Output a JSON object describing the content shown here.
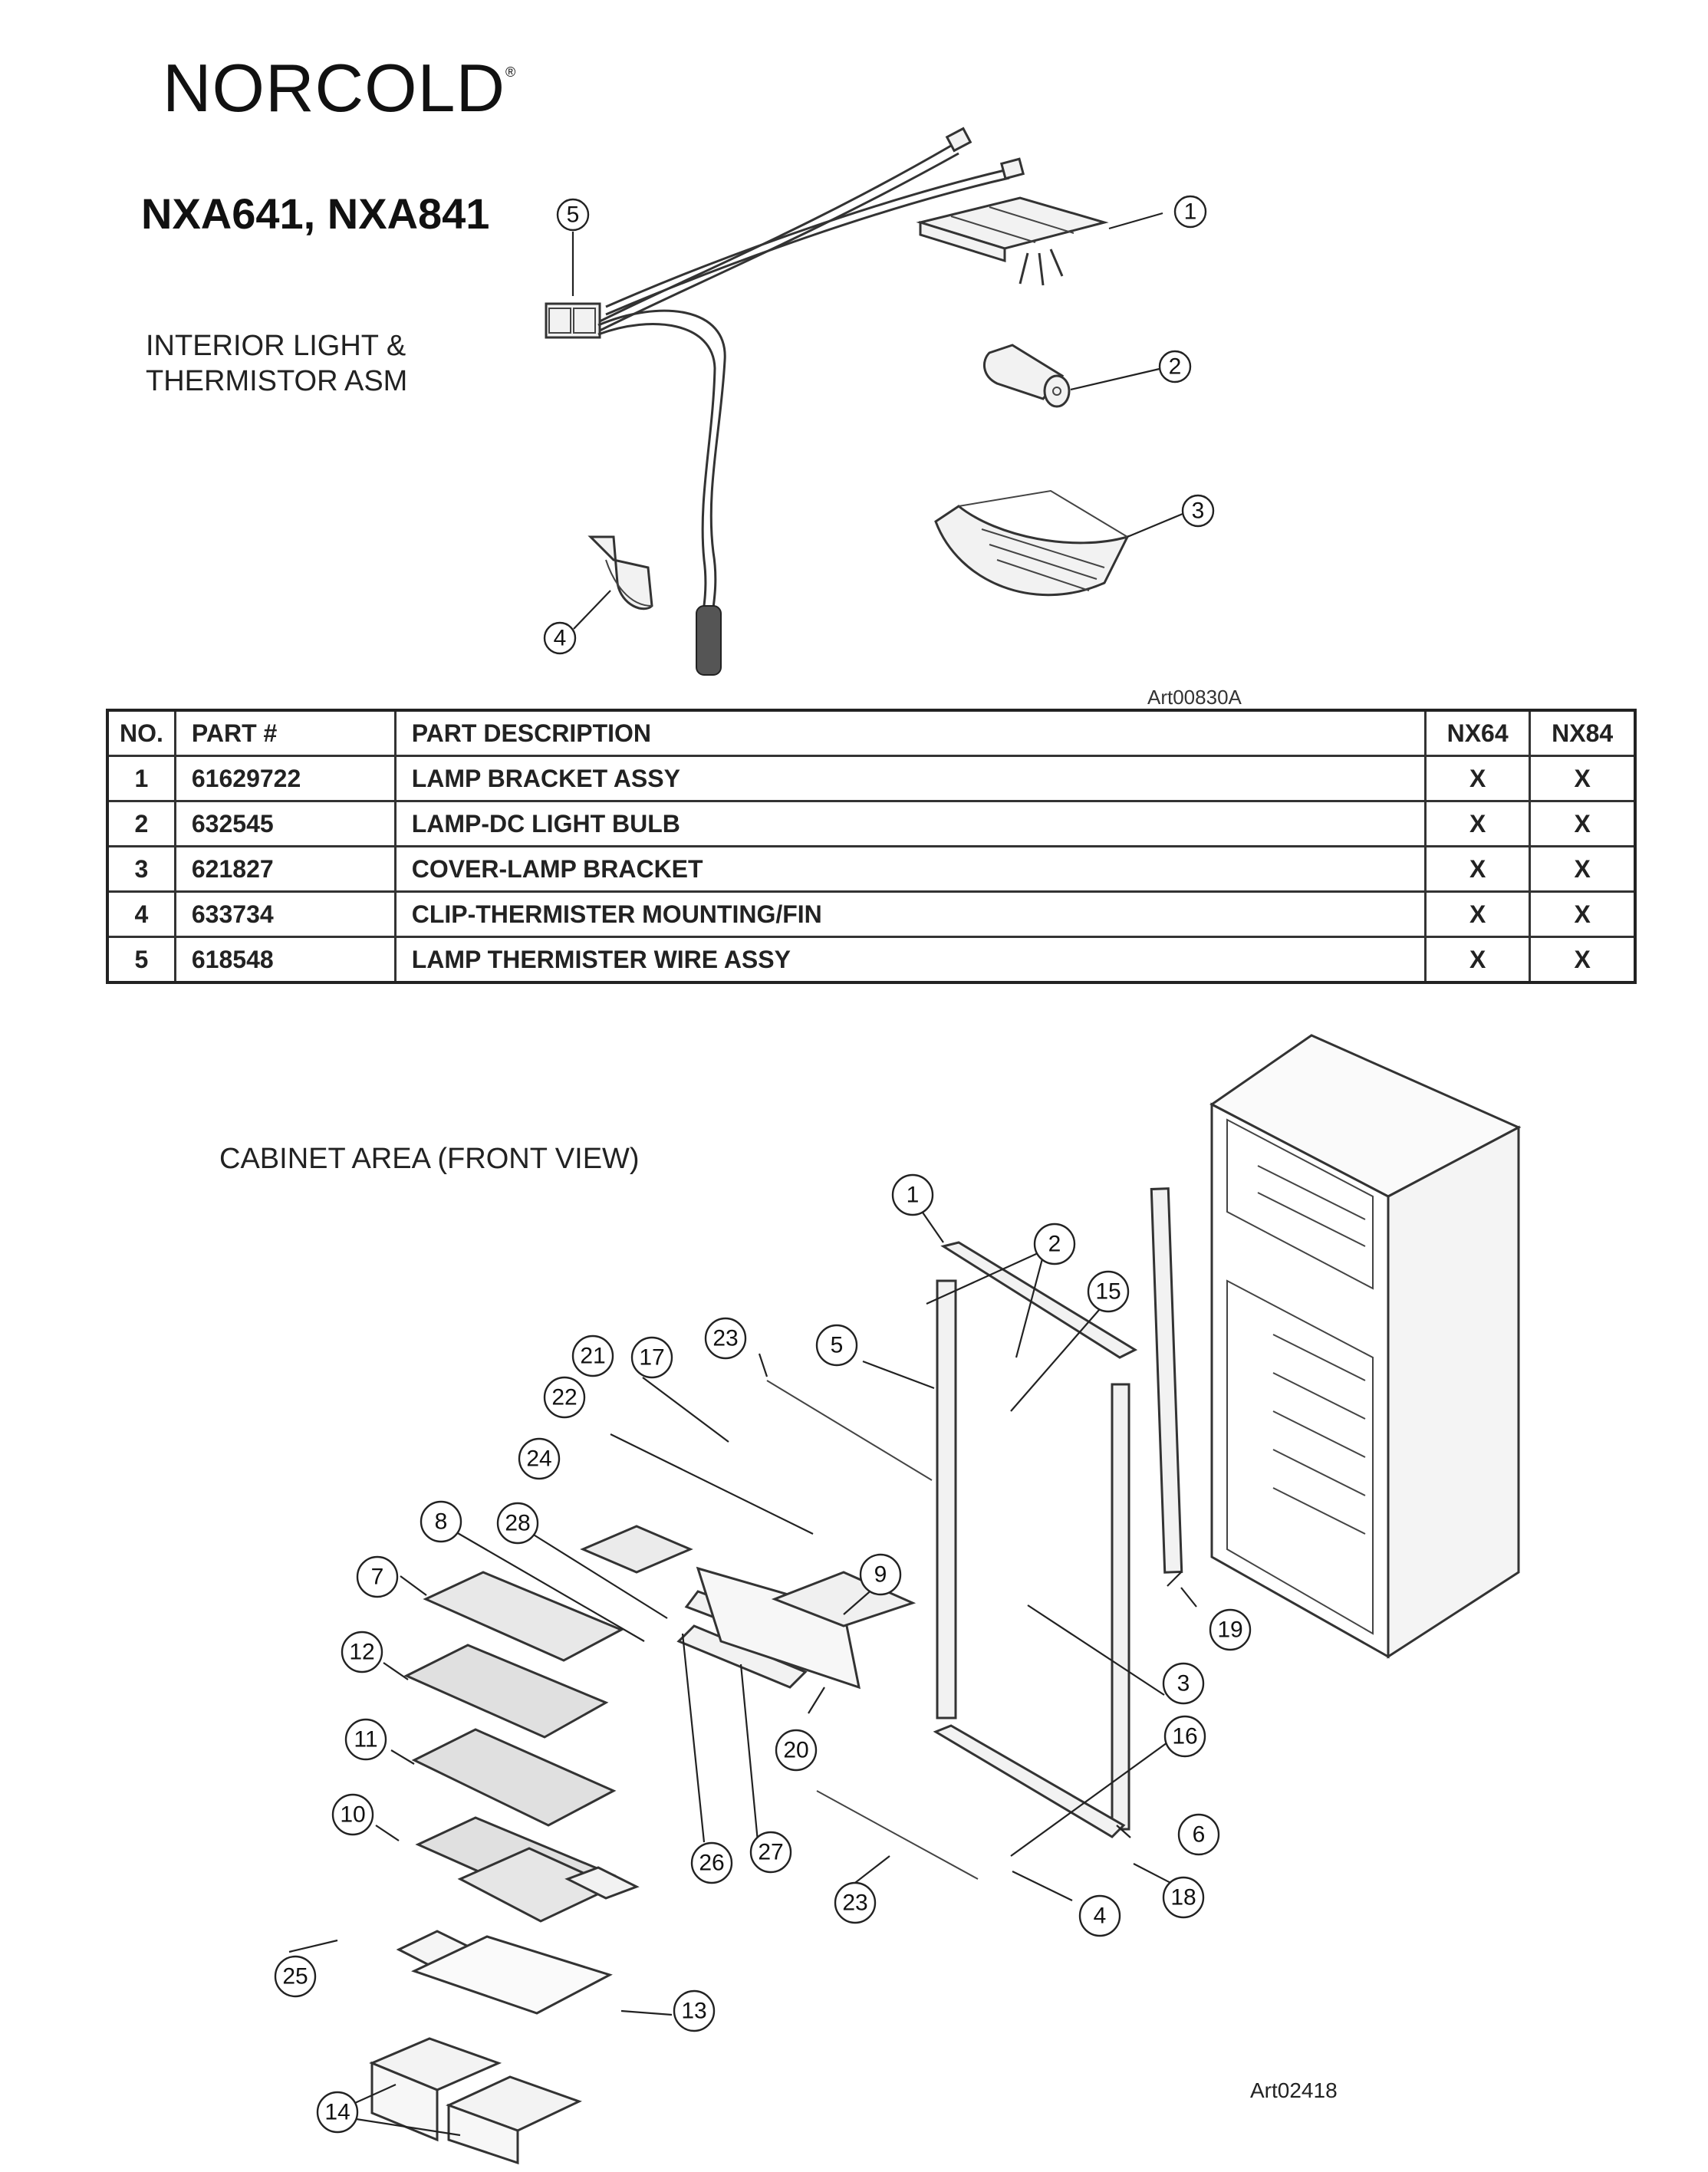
{
  "header": {
    "brand": "NORCOLD",
    "brand_mark": "®",
    "models": "NXA641, NXA841"
  },
  "section1": {
    "title_line1": "INTERIOR LIGHT &",
    "title_line2": "THERMISTOR ASM",
    "art_id": "Art00830A",
    "callouts": [
      "1",
      "2",
      "3",
      "4",
      "5"
    ]
  },
  "parts_table": {
    "headers": [
      "NO.",
      "PART #",
      "PART DESCRIPTION",
      "NX64",
      "NX84"
    ],
    "rows": [
      {
        "no": "1",
        "part": "61629722",
        "desc": "LAMP BRACKET ASSY",
        "nx64": "X",
        "nx84": "X"
      },
      {
        "no": "2",
        "part": "632545",
        "desc": "LAMP-DC LIGHT BULB",
        "nx64": "X",
        "nx84": "X"
      },
      {
        "no": "3",
        "part": "621827",
        "desc": "COVER-LAMP BRACKET",
        "nx64": "X",
        "nx84": "X"
      },
      {
        "no": "4",
        "part": "633734",
        "desc": "CLIP-THERMISTER MOUNTING/FIN",
        "nx64": "X",
        "nx84": "X"
      },
      {
        "no": "5",
        "part": "618548",
        "desc": "LAMP THERMISTER WIRE ASSY",
        "nx64": "X",
        "nx84": "X"
      }
    ]
  },
  "section2": {
    "title": "CABINET AREA (FRONT VIEW)",
    "art_id": "Art02418",
    "callouts": [
      "1",
      "2",
      "3",
      "4",
      "5",
      "6",
      "7",
      "8",
      "9",
      "10",
      "11",
      "12",
      "13",
      "14",
      "15",
      "16",
      "17",
      "18",
      "19",
      "20",
      "21",
      "22",
      "23",
      "23",
      "24",
      "25",
      "26",
      "27",
      "28"
    ]
  }
}
